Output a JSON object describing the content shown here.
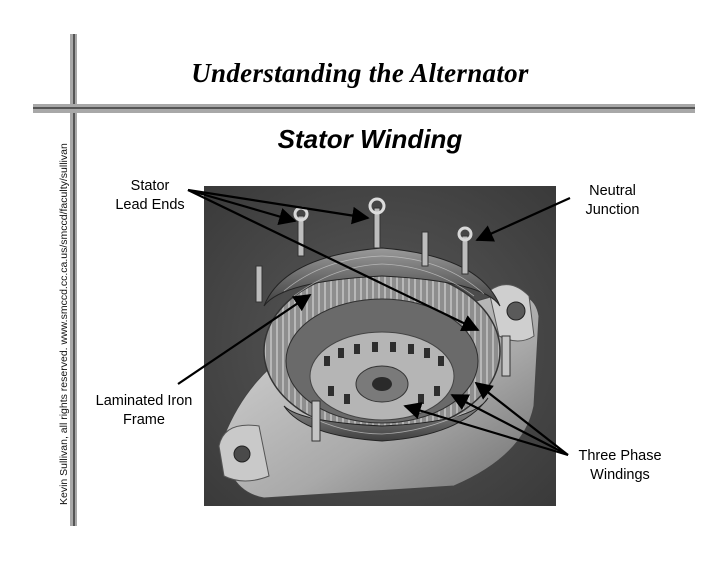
{
  "slide": {
    "title": "Understanding the Alternator",
    "subtitle": "Stator Winding",
    "copyright": "Kevin Sullivan, all rights reserved.  www.smccd.cc.ca.us/smccd/faculty/sullivan"
  },
  "labels": {
    "stator_lead_ends": [
      "Stator",
      "Lead Ends"
    ],
    "neutral_junction": [
      "Neutral",
      "Junction"
    ],
    "laminated_iron_frame": [
      "Laminated Iron",
      "Frame"
    ],
    "three_phase_windings": [
      "Three Phase",
      "Windings"
    ]
  },
  "image": {
    "subject": "alternator stator photograph",
    "style": "grayscale"
  },
  "colors": {
    "frame_line": "#a8a8a8",
    "text": "#000000",
    "background": "#ffffff"
  }
}
